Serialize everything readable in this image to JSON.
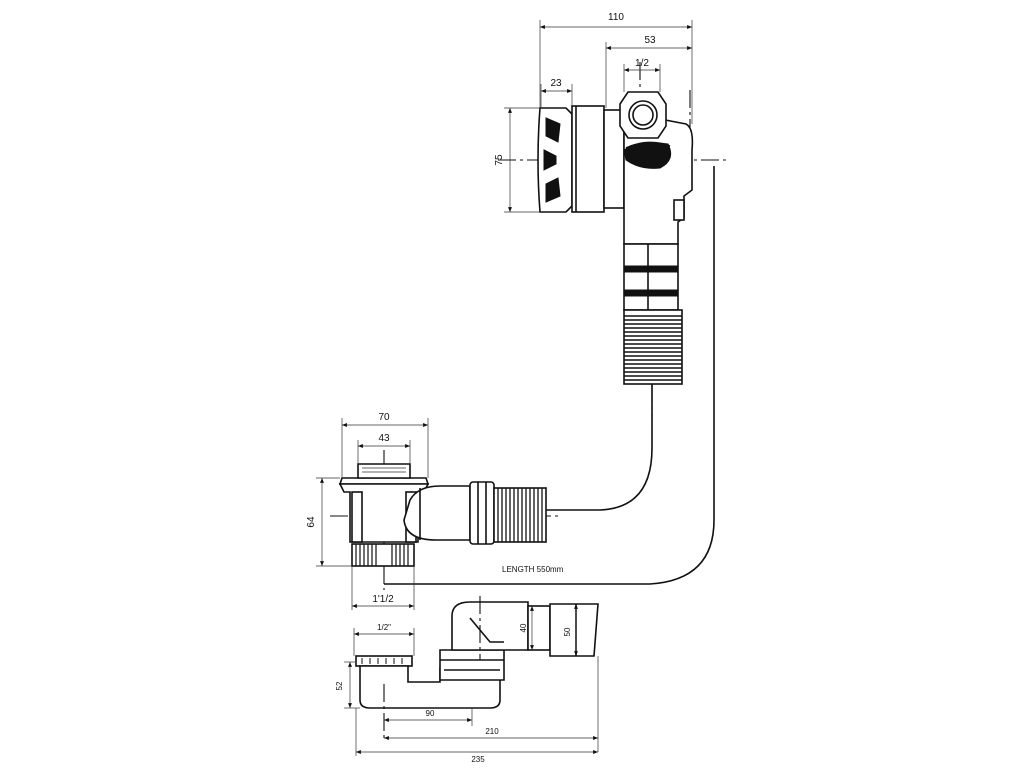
{
  "dimensions": {
    "overflow_width": "110",
    "overflow_offset": "53",
    "overflow_thread": "1/2",
    "overflow_knob_depth": "23",
    "overflow_height": "75",
    "waste_width": "70",
    "waste_inner": "43",
    "waste_height": "64",
    "waste_thread": "1'1/2",
    "trap_thread": "1/2\"",
    "trap_height": "52",
    "trap_inner": "40",
    "trap_outer": "50",
    "trap_len_90": "90",
    "trap_len_210": "210",
    "trap_len_235": "235"
  },
  "labels": {
    "hose_length": "LENGTH 550mm"
  }
}
